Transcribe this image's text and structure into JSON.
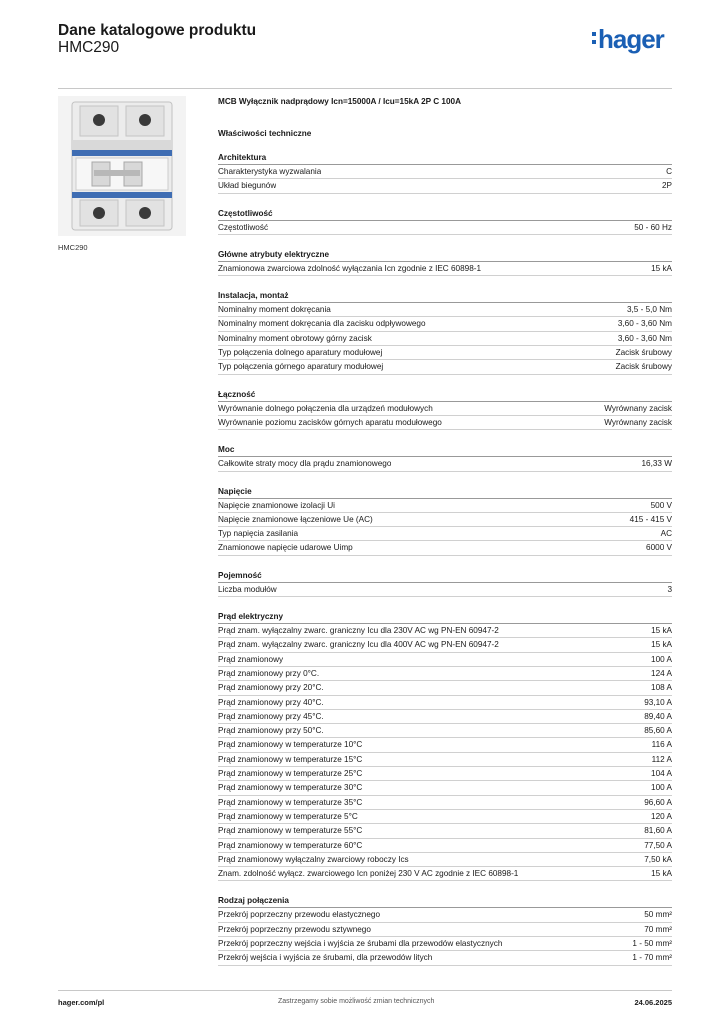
{
  "header": {
    "title": "Dane katalogowe produktu",
    "product_code": "HMC290",
    "logo_text": "hager",
    "brand_color": "#1a5fb4"
  },
  "image": {
    "caption": "HMC290"
  },
  "document": {
    "title": "MCB Wyłącznik nadprądowy Icn=15000A / Icu=15kA 2P C 100A",
    "properties_title": "Właściwości techniczne"
  },
  "sections": [
    {
      "title": "Architektura",
      "rows": [
        {
          "label": "Charakterystyka wyzwalania",
          "value": "C"
        },
        {
          "label": "Układ biegunów",
          "value": "2P"
        }
      ]
    },
    {
      "title": "Częstotliwość",
      "rows": [
        {
          "label": "Częstotliwość",
          "value": "50 - 60 Hz"
        }
      ]
    },
    {
      "title": "Główne atrybuty elektryczne",
      "rows": [
        {
          "label": "Znamionowa zwarciowa zdolność wyłączania Icn zgodnie z IEC 60898-1",
          "value": "15 kA"
        }
      ]
    },
    {
      "title": "Instalacja, montaż",
      "rows": [
        {
          "label": "Nominalny moment dokręcania",
          "value": "3,5 - 5,0 Nm"
        },
        {
          "label": "Nominalny moment dokręcania dla zacisku odpływowego",
          "value": "3,60 - 3,60 Nm"
        },
        {
          "label": "Nominalny moment obrotowy górny zacisk",
          "value": "3,60 - 3,60 Nm"
        },
        {
          "label": "Typ połączenia dolnego aparatury modułowej",
          "value": "Zacisk śrubowy"
        },
        {
          "label": "Typ połączenia górnego aparatury modułowej",
          "value": "Zacisk śrubowy"
        }
      ]
    },
    {
      "title": "Łączność",
      "rows": [
        {
          "label": "Wyrównanie dolnego połączenia dla urządzeń modułowych",
          "value": "Wyrównany zacisk"
        },
        {
          "label": "Wyrównanie poziomu zacisków górnych aparatu modułowego",
          "value": "Wyrównany zacisk"
        }
      ]
    },
    {
      "title": "Moc",
      "rows": [
        {
          "label": "Całkowite straty mocy dla prądu znamionowego",
          "value": "16,33 W"
        }
      ]
    },
    {
      "title": "Napięcie",
      "rows": [
        {
          "label": "Napięcie znamionowe izolacji Ui",
          "value": "500 V"
        },
        {
          "label": "Napięcie znamionowe łączeniowe Ue (AC)",
          "value": "415 - 415 V"
        },
        {
          "label": "Typ napięcia zasilania",
          "value": "AC"
        },
        {
          "label": "Znamionowe napięcie udarowe Uimp",
          "value": "6000 V"
        }
      ]
    },
    {
      "title": "Pojemność",
      "rows": [
        {
          "label": "Liczba modułów",
          "value": "3"
        }
      ]
    },
    {
      "title": "Prąd elektryczny",
      "rows": [
        {
          "label": "Prąd znam. wyłączalny zwarc. graniczny Icu dla 230V AC wg PN-EN 60947-2",
          "value": "15 kA"
        },
        {
          "label": "Prąd znam. wyłączalny zwarc. graniczny Icu dla 400V AC wg PN-EN 60947-2",
          "value": "15 kA"
        },
        {
          "label": "Prąd znamionowy",
          "value": "100 A"
        },
        {
          "label": "Prąd znamionowy przy 0°C.",
          "value": "124 A"
        },
        {
          "label": "Prąd znamionowy przy 20°C.",
          "value": "108 A"
        },
        {
          "label": "Prąd znamionowy przy 40°C.",
          "value": "93,10 A"
        },
        {
          "label": "Prąd znamionowy przy 45°C.",
          "value": "89,40 A"
        },
        {
          "label": "Prąd znamionowy przy 50°C.",
          "value": "85,60 A"
        },
        {
          "label": "Prąd znamionowy w temperaturze 10°C",
          "value": "116 A"
        },
        {
          "label": "Prąd znamionowy w temperaturze 15°C",
          "value": "112 A"
        },
        {
          "label": "Prąd znamionowy w temperaturze 25°C",
          "value": "104 A"
        },
        {
          "label": "Prąd znamionowy w temperaturze 30°C",
          "value": "100 A"
        },
        {
          "label": "Prąd znamionowy w temperaturze 35°C",
          "value": "96,60 A"
        },
        {
          "label": "Prąd znamionowy w temperaturze 5°C",
          "value": "120 A"
        },
        {
          "label": "Prąd znamionowy w temperaturze 55°C",
          "value": "81,60 A"
        },
        {
          "label": "Prąd znamionowy w temperaturze 60°C",
          "value": "77,50 A"
        },
        {
          "label": "Prąd znamionowy wyłączalny zwarciowy roboczy Ics",
          "value": "7,50 kA"
        },
        {
          "label": "Znam. zdolność wyłącz. zwarciowego Icn poniżej 230 V AC zgodnie z IEC 60898-1",
          "value": "15 kA"
        }
      ]
    },
    {
      "title": "Rodzaj połączenia",
      "rows": [
        {
          "label": "Przekrój poprzeczny przewodu elastycznego",
          "value": "50 mm²"
        },
        {
          "label": "Przekrój poprzeczny przewodu sztywnego",
          "value": "70 mm²"
        },
        {
          "label": "Przekrój poprzeczny wejścia i wyjścia ze śrubami dla przewodów elastycznych",
          "value": "1 - 50 mm²"
        },
        {
          "label": "Przekrój wejścia i wyjścia ze śrubami, dla przewodów litych",
          "value": "1 - 70 mm²"
        }
      ]
    }
  ],
  "footer": {
    "website": "hager.com/pl",
    "disclaimer": "Zastrzegamy sobie możliwość zmian technicznych",
    "date": "24.06.2025"
  }
}
